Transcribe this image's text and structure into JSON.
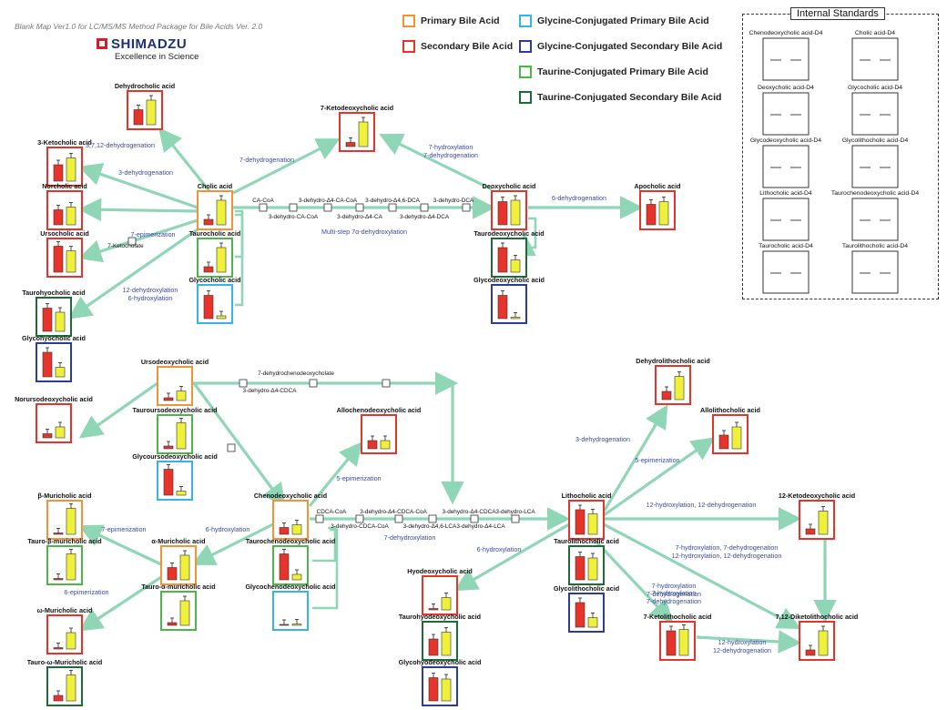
{
  "header": {
    "subtitle": "Blank Map Ver1.0 for LC/MS/MS Method Package for Bile Acids Ver. 2.0",
    "brand": "SHIMADZU",
    "tagline": "Excellence in Science"
  },
  "legend": [
    {
      "label": "Primary Bile Acid",
      "color": "#f39237"
    },
    {
      "label": "Secondary Bile Acid",
      "color": "#e8332b"
    },
    {
      "label": "Glycine-Conjugated Primary Bile Acid",
      "color": "#36b4e5"
    },
    {
      "label": "Glycine-Conjugated Secondary Bile Acid",
      "color": "#2c3d93"
    },
    {
      "label": "Taurine-Conjugated Primary Bile Acid",
      "color": "#4cb748"
    },
    {
      "label": "Taurine-Conjugated Secondary Bile Acid",
      "color": "#1f6b37"
    }
  ],
  "colors": {
    "arrow": "#8fd6b6",
    "bar_red": "#e8332b",
    "bar_yellow": "#eef03a",
    "enzyme_text": "#3a4aa0"
  },
  "internal_standards": {
    "title": "Internal Standards",
    "items": [
      "Chenodeoxycholic acid-D4",
      "Cholic acid-D4",
      "Deoxycholic acid-D4",
      "Glycocholic acid-D4",
      "Glycodeoxycholic acid-D4",
      "Glycolithocholic acid-D4",
      "Lithocholic acid-D4",
      "Taurochenodeoxycholic acid-D4",
      "Taurocholic acid-D4",
      "Taurolithocholic acid-D4"
    ]
  },
  "compounds": [
    {
      "label": "Dehydrocholic acid",
      "cls": "secondary",
      "bars": [
        0.55,
        0.9
      ]
    },
    {
      "label": "3-Ketocholic acid",
      "cls": "secondary",
      "bars": [
        0.6,
        0.85
      ]
    },
    {
      "label": "Norcholic acid",
      "cls": "secondary",
      "bars": [
        0.55,
        0.65
      ]
    },
    {
      "label": "Ursocholic acid",
      "cls": "secondary",
      "bars": [
        0.95,
        0.78
      ]
    },
    {
      "label": "Cholic acid",
      "cls": "primary",
      "bars": [
        0.2,
        0.9
      ]
    },
    {
      "label": "Taurocholic acid",
      "cls": "tp",
      "bars": [
        0.2,
        0.9
      ]
    },
    {
      "label": "Glycocholic acid",
      "cls": "gp",
      "bars": [
        0.85,
        0.1
      ]
    },
    {
      "label": "Taurohyocholic acid",
      "cls": "ts",
      "bars": [
        0.85,
        0.7
      ]
    },
    {
      "label": "Glycohyocholic acid",
      "cls": "gs",
      "bars": [
        0.9,
        0.35
      ]
    },
    {
      "label": "7-Ketodeoxycholic acid",
      "cls": "secondary",
      "bars": [
        0.15,
        0.9
      ]
    },
    {
      "label": "Deoxycholic acid",
      "cls": "secondary",
      "bars": [
        0.85,
        0.9
      ]
    },
    {
      "label": "Taurodeoxycholic acid",
      "cls": "ts",
      "bars": [
        0.9,
        0.45
      ]
    },
    {
      "label": "Glycodeoxycholic acid",
      "cls": "gs",
      "bars": [
        0.85,
        0.05
      ]
    },
    {
      "label": "Apocholic acid",
      "cls": "secondary",
      "bars": [
        0.75,
        0.85
      ]
    },
    {
      "label": "Ursodeoxycholic acid",
      "cls": "primary",
      "bars": [
        0.1,
        0.35
      ]
    },
    {
      "label": "Norursodeoxycholic acid",
      "cls": "secondary",
      "bars": [
        0.15,
        0.4
      ]
    },
    {
      "label": "Tauroursodeoxycholic acid",
      "cls": "tp",
      "bars": [
        0.1,
        0.95
      ]
    },
    {
      "label": "Glycoursodeoxycholic acid",
      "cls": "gp",
      "bars": [
        0.95,
        0.15
      ]
    },
    {
      "label": "Allochenodeoxycholic acid",
      "cls": "secondary",
      "bars": [
        0.3,
        0.3
      ]
    },
    {
      "label": "Chenodeoxycholic acid",
      "cls": "primary",
      "bars": [
        0.25,
        0.35
      ]
    },
    {
      "label": "Taurochenodeoxycholic acid",
      "cls": "tp",
      "bars": [
        0.95,
        0.2
      ]
    },
    {
      "label": "Glycochenodeoxycholic acid",
      "cls": "gp",
      "bars": [
        0.0,
        0.05
      ]
    },
    {
      "label": "β-Muricholic acid",
      "cls": "primary",
      "bars": [
        0.05,
        0.95
      ]
    },
    {
      "label": "Tauro-β-muricholic acid",
      "cls": "tp",
      "bars": [
        0.05,
        0.95
      ]
    },
    {
      "label": "α-Muricholic acid",
      "cls": "primary",
      "bars": [
        0.45,
        0.9
      ]
    },
    {
      "label": "Tauro-α-muricholic acid",
      "cls": "tp",
      "bars": [
        0.1,
        0.9
      ]
    },
    {
      "label": "ω-Muricholic acid",
      "cls": "secondary",
      "bars": [
        0.05,
        0.6
      ]
    },
    {
      "label": "Tauro-ω-Muricholic acid",
      "cls": "ts",
      "bars": [
        0.2,
        0.95
      ]
    },
    {
      "label": "Hyodeoxycholic acid",
      "cls": "secondary",
      "bars": [
        0.05,
        0.45
      ]
    },
    {
      "label": "Taurohyodeoxycholic acid",
      "cls": "ts",
      "bars": [
        0.6,
        0.85
      ]
    },
    {
      "label": "Glycohyodeoxycholic acid",
      "cls": "gs",
      "bars": [
        0.85,
        0.8
      ]
    },
    {
      "label": "Lithocholic acid",
      "cls": "secondary",
      "bars": [
        0.9,
        0.75
      ]
    },
    {
      "label": "Taurolithocholic acid",
      "cls": "ts",
      "bars": [
        0.85,
        0.8
      ]
    },
    {
      "label": "Glycolithocholic acid",
      "cls": "gs",
      "bars": [
        0.9,
        0.35
      ]
    },
    {
      "label": "Dehydrolithocholic acid",
      "cls": "secondary",
      "bars": [
        0.3,
        0.85
      ]
    },
    {
      "label": "Allolithocholic acid",
      "cls": "secondary",
      "bars": [
        0.5,
        0.8
      ]
    },
    {
      "label": "12-Ketodeoxycholic acid",
      "cls": "secondary",
      "bars": [
        0.2,
        0.85
      ]
    },
    {
      "label": "7-Ketolithocholic acid",
      "cls": "secondary",
      "bars": [
        0.9,
        0.95
      ]
    },
    {
      "label": "7,12-Diketolithocholic acid",
      "cls": "secondary",
      "bars": [
        0.2,
        0.9
      ]
    }
  ],
  "intermediates": [
    "CA-CoA",
    "3-dehydro-CA-CoA",
    "3-dehydro-Δ4-CA-CoA",
    "3-dehydro-Δ4-CA",
    "3-dehydro-Δ4,6-DCA",
    "3-dehydro-Δ4-DCA",
    "3-dehydro-DCA",
    "7-Ketocholate",
    "CDCA-CoA",
    "3-dehydro-CDCA-CoA",
    "3-dehydro-Δ4-CDCA-CoA",
    "3-dehydro-Δ4,6-LCA",
    "3-dehydro-Δ4-CDCA",
    "3-dehydro-Δ4-LCA",
    "3-dehydro-LCA",
    "3-dehydro-Δ4-CDCA",
    "7-dehydrochenodeoxycholate"
  ],
  "reactions": [
    "3,7,12-dehydrogenation",
    "3-dehydrogenation",
    "7-epimerization",
    "12-dehydroxylation 6-hydroxylation",
    "7-dehydrogenation",
    "7-hydroxylation 7-dehydrogenation",
    "6-dehydrogenation",
    "Multi-step 7α-dehydroxylation",
    "7-epimerization",
    "5-epimerization",
    "6-hydroxylation",
    "6-epimerization",
    "7-dehydroxylation",
    "6-hydroxylation",
    "3-dehydrogenation",
    "5-epimerization",
    "12-hydroxylation, 12-dehydrogenation",
    "7-hydroxylation, 7-dehydrogenation 12-hydroxylation, 12-dehydrogenation",
    "7-hydroxylation 7-dehydrogenation",
    "7-hydroxylation 7-dehydrogenation",
    "12-hydroxylation 12-dehydrogenation"
  ]
}
